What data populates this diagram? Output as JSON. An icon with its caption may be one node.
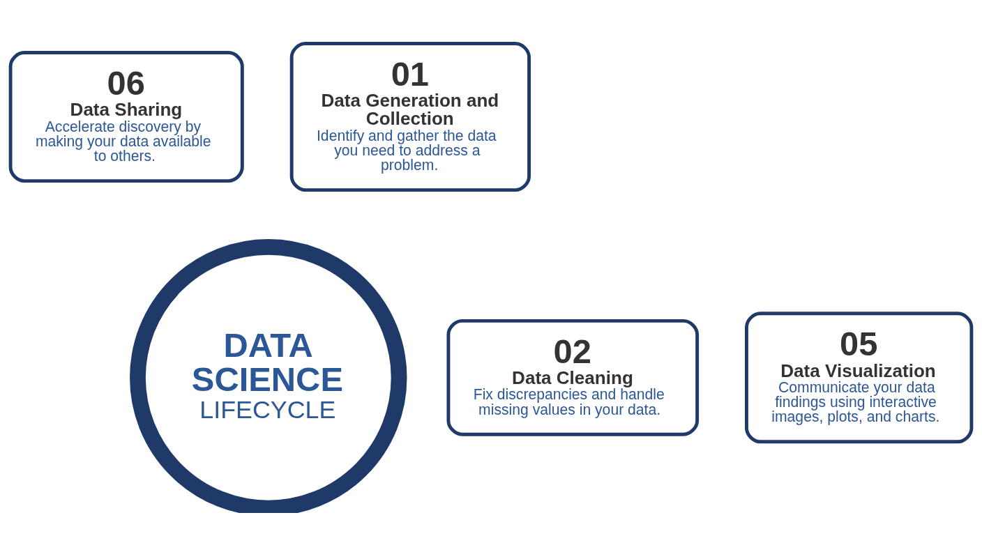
{
  "diagram": {
    "nodes": [
      {
        "text": [
          "06",
          "Data Sharing",
          "Accelerate discovery by making your data available to others."
        ]
      },
      {
        "text": [
          "01",
          "Data Generation and Collection",
          "Identify and gather the data you need to address a problem."
        ]
      },
      {
        "text": [
          "05",
          "Data Visualization",
          "Communicate your data findings using interactive images, plots, and charts."
        ]
      },
      {
        "text": [
          "DATA SCIENCE",
          "LIFECYCLE"
        ]
      },
      {
        "text": [
          "02",
          "Data Cleaning",
          "Fix discrepancies and handle missing values in your data."
        ]
      }
    ]
  }
}
